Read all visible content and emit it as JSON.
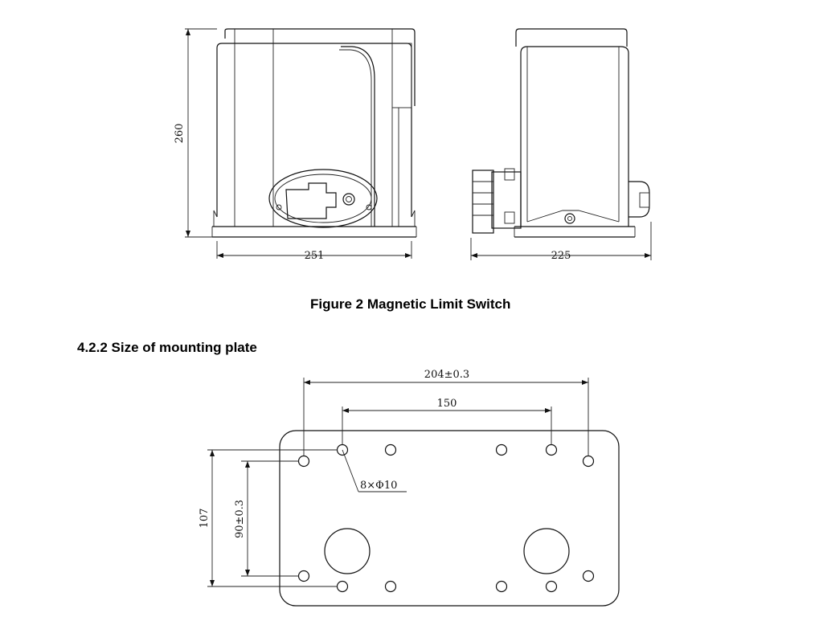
{
  "figure": {
    "front_view": {
      "height_label": "260",
      "width_label": "251"
    },
    "side_view": {
      "width_label": "225"
    },
    "caption": "Figure 2 Magnetic Limit Switch"
  },
  "section": {
    "heading": "4.2.2 Size of mounting plate"
  },
  "plate": {
    "overall_spacing_label": "204±0.3",
    "inner_spacing_label": "150",
    "hole_callout": "8×Φ10",
    "height_label": "107",
    "vertical_spacing_label": "90±0.3"
  }
}
